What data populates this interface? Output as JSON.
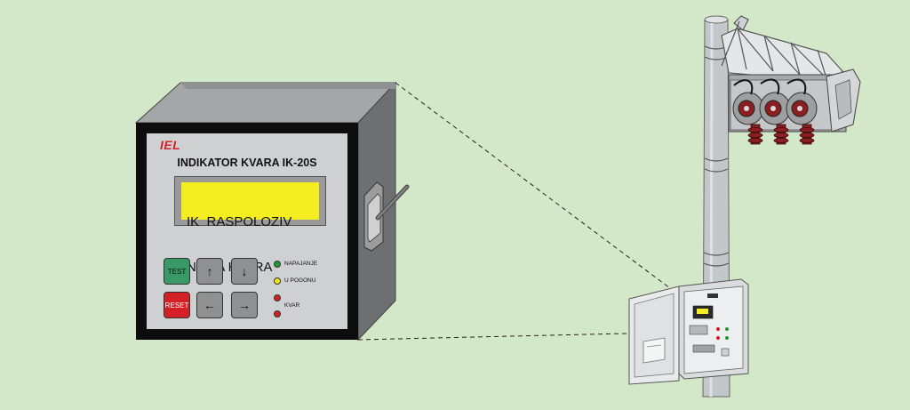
{
  "device": {
    "brand": "IEL",
    "title": "INDIKATOR KVARA  IK-20S",
    "display": {
      "line1": "IK  RASPOLOZIV",
      "line2": "NEMA KVARA"
    },
    "buttons": {
      "test": "TEST",
      "reset": "RESET",
      "up": "↑",
      "down": "↓",
      "left": "←",
      "right": "→"
    },
    "indicators": {
      "power": {
        "label": "NAPAJANJE",
        "color": "#1f9a3a"
      },
      "running": {
        "label": "U POGONU",
        "color": "#f2e61b"
      },
      "fault": {
        "label": "KVAR",
        "color": "#d41f26"
      }
    }
  },
  "colors": {
    "background": "#d3e8c8",
    "lcd": "#f4ee21",
    "housing": "#6e6f71",
    "insulator": "#8a1f22"
  }
}
